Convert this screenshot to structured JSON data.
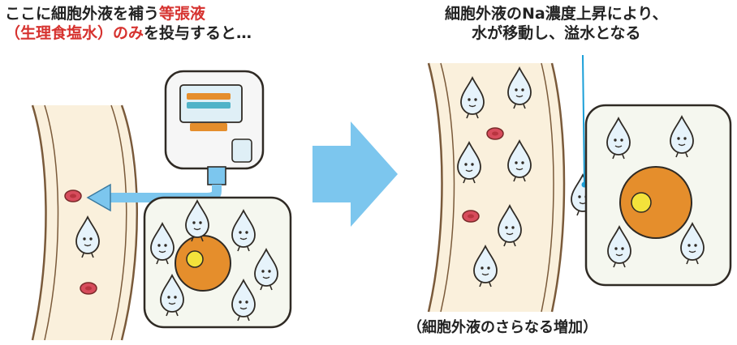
{
  "left_caption": {
    "line1_black": "ここに細胞外液を補う",
    "line1_red": "等張液",
    "line2_red": "（生理食塩水）のみ",
    "line2_black": "を投与すると…"
  },
  "right_caption": {
    "line1": "細胞外液のNa濃度上昇により、",
    "line2": "水が移動し、溢水となる"
  },
  "bottom_caption": "（細胞外液のさらなる増加）",
  "colors": {
    "accent_red": "#d6322f",
    "arrow_blue": "#7cc6ee",
    "vessel_fill": "#faf0dc",
    "vessel_line": "#7a5a3a",
    "droplet_fill": "#e6f3fb",
    "cell_orange": "#e58e2c",
    "nucleus_yellow": "#f3e23b",
    "rbc_red": "#d74c5c",
    "pointer_blue": "#1a9fd8"
  }
}
